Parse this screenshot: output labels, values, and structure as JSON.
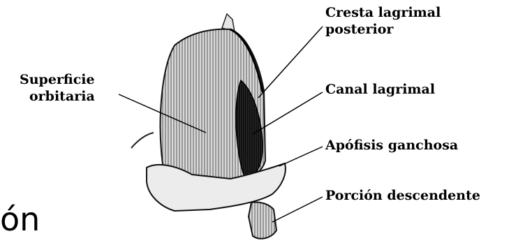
{
  "labels": {
    "cresta_line1": "Cresta lagrimal",
    "cresta_line2": "posterior",
    "superficie_line1": "Superficie",
    "superficie_line2": "orbitaria",
    "canal": "Canal lagrimal",
    "apofisis": "Apófisis ganchosa",
    "porcion": "Porción descendente"
  },
  "slide_text": "ón",
  "colors": {
    "ink": "#000000",
    "background": "#ffffff",
    "bone_light": "#e8e8e8",
    "bone_shade": "#333333"
  }
}
